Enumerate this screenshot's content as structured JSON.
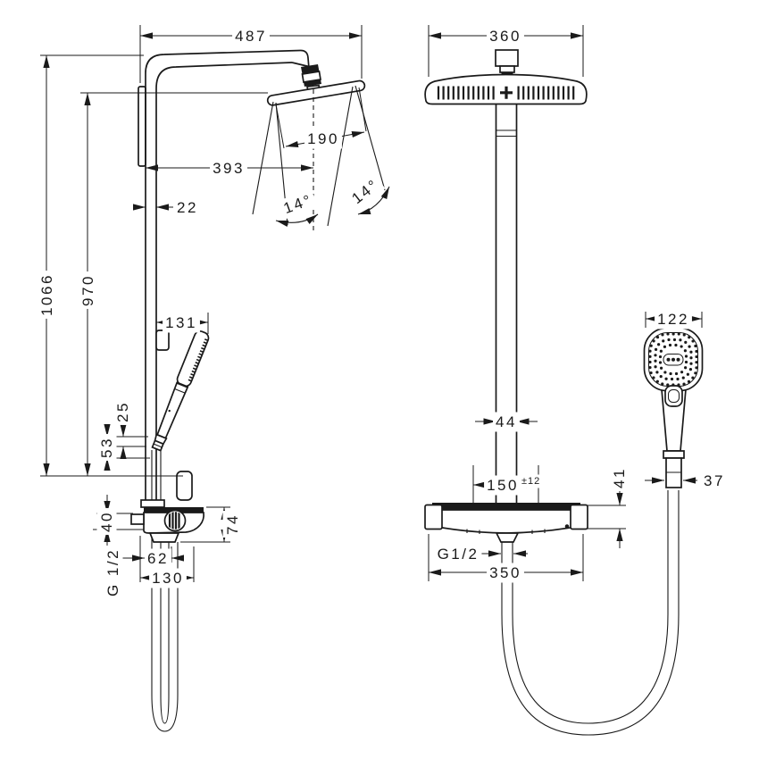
{
  "drawing": {
    "kind": "shower-pipe technical dimension drawing",
    "views": {
      "side": {
        "overall_width": "487",
        "spray_face_width": "190",
        "arm_reach": "393",
        "pipe_depth": "22",
        "spray_angle_left": "14°",
        "spray_angle_right": "14°",
        "total_height": "1066",
        "riser_height": "970",
        "handshower_offset": "131",
        "holder_offset_upper": "25",
        "holder_offset_lower": "53",
        "valve_offset": "40",
        "outlet_offset": "62",
        "valve_depth": "130",
        "valve_height": "74",
        "thread_label": "G 1/2"
      },
      "front": {
        "head_width": "360",
        "handshower_width": "122",
        "pipe_width": "44",
        "hose_connector_width": "37",
        "supply_distance": "150",
        "supply_tolerance": "±12",
        "valve_cap_height": "41",
        "valve_width": "350",
        "thread_label": "G1/2"
      }
    }
  }
}
